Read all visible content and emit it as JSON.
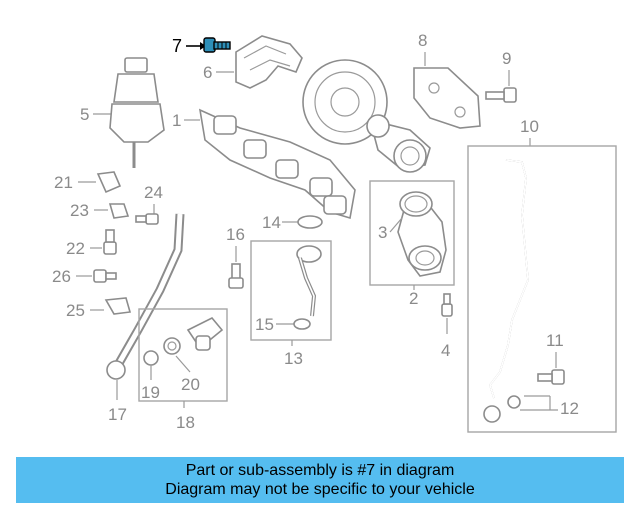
{
  "callouts": {
    "c1": "1",
    "c2": "2",
    "c3": "3",
    "c4": "4",
    "c5": "5",
    "c6": "6",
    "c7": "7",
    "c8": "8",
    "c9": "9",
    "c10": "10",
    "c11": "11",
    "c12": "12",
    "c13": "13",
    "c14": "14",
    "c15": "15",
    "c16": "16",
    "c17": "17",
    "c18": "18",
    "c19": "19",
    "c20": "20",
    "c21": "21",
    "c22": "22",
    "c23": "23",
    "c24": "24",
    "c25": "25",
    "c26": "26"
  },
  "highlighted_part": "7",
  "colors": {
    "banner": "#55bdf0",
    "highlight": "#2e8fb8",
    "line": "#8c8c8c"
  },
  "banner": {
    "line1": "Part or sub-assembly is #7 in diagram",
    "line2": "Diagram may not be specific to your vehicle"
  }
}
